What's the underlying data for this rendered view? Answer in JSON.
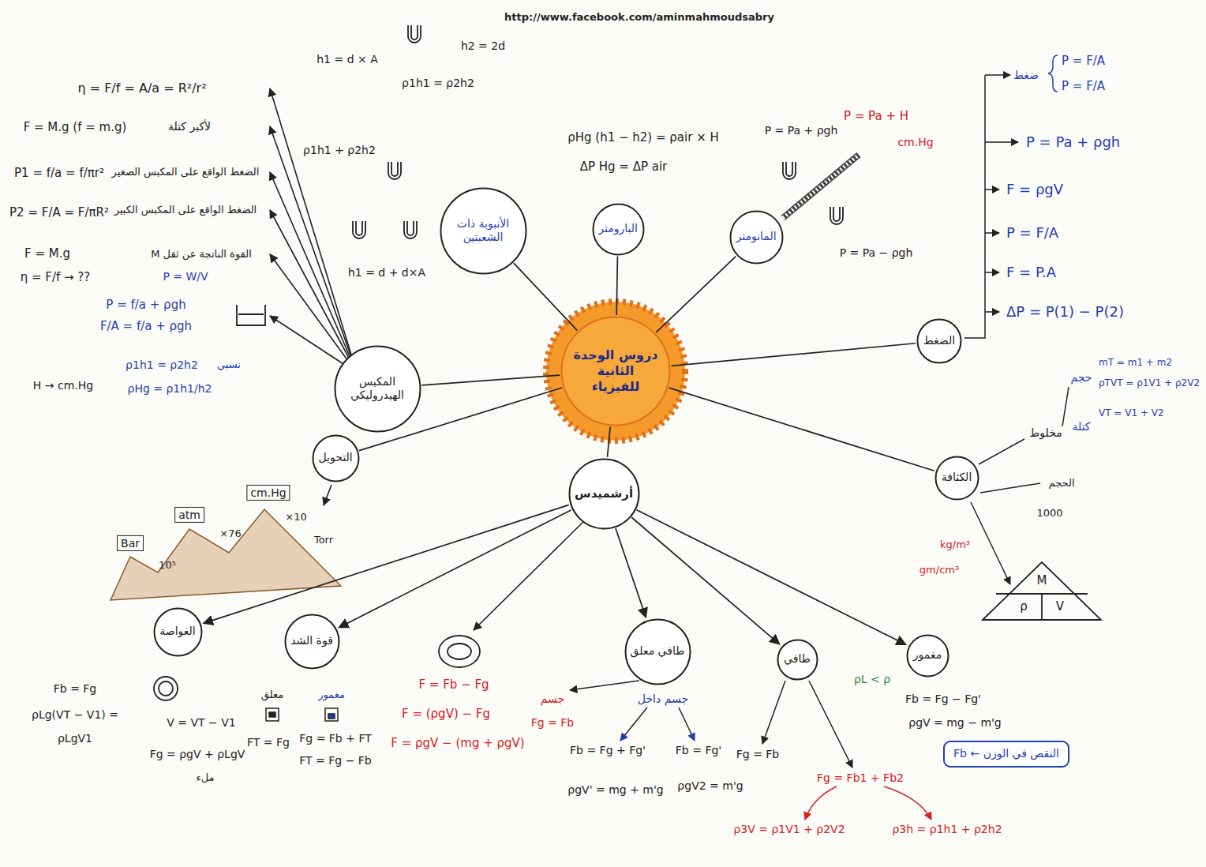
{
  "diagram": {
    "nodes": [
      {
        "text": [
          "دروس الوحدة الثانية للفيزياء"
        ]
      },
      {
        "text": [
          "الضغط"
        ]
      },
      {
        "text": [
          "الكثافة"
        ]
      },
      {
        "text": [
          "المانومتر"
        ]
      },
      {
        "text": [
          "البارومتر"
        ]
      },
      {
        "text": [
          "الأنبوبة ذات الشعبتين"
        ]
      },
      {
        "text": [
          "المكبس الهيدروليكي"
        ]
      },
      {
        "text": [
          "التحويل"
        ]
      },
      {
        "text": [
          "أرشميدس"
        ]
      },
      {
        "text": [
          "الغواصة"
        ]
      },
      {
        "text": [
          "قوة الشد"
        ]
      },
      {
        "text": [
          "طافي معلق"
        ]
      },
      {
        "text": [
          "طافي"
        ]
      },
      {
        "text": [
          "مغمور"
        ]
      },
      {
        "text": [
          "Fb ← النقص في الوزن"
        ]
      }
    ],
    "edges": [
      {
        "from": 0,
        "to": 1,
        "arrow": "none"
      },
      {
        "from": 0,
        "to": 2,
        "arrow": "none"
      },
      {
        "from": 0,
        "to": 3,
        "arrow": "none"
      },
      {
        "from": 0,
        "to": 4,
        "arrow": "none"
      },
      {
        "from": 0,
        "to": 5,
        "arrow": "none"
      },
      {
        "from": 0,
        "to": 6,
        "arrow": "none"
      },
      {
        "from": 0,
        "to": 7,
        "arrow": "none"
      },
      {
        "from": 0,
        "to": 8,
        "arrow": "none"
      },
      {
        "from": 8,
        "to": 9,
        "arrow": "to"
      },
      {
        "from": 8,
        "to": 10,
        "arrow": "to"
      },
      {
        "from": 8,
        "to": 11,
        "arrow": "to"
      },
      {
        "from": 8,
        "to": 12,
        "arrow": "to"
      },
      {
        "from": 8,
        "to": 13,
        "arrow": "to"
      }
    ],
    "labels": [
      "http://www.facebook.com/aminmahmoudsabry",
      "η = F/f = A/a = R²/r²",
      "F = M.g (f = m.g)",
      "لأكبر كتلة",
      "P1 = f/a = f/πr²",
      "الضغط الواقع على المكبس الصغير",
      "P2 = F/A = F/πR²",
      "الضغط الواقع على المكبس الكبير",
      "F = M.g",
      "η = F/f → ??",
      "القوة الناتجة عن ثقل M",
      "P = W/V",
      "P = f/a + ρgh",
      "F/A = f/a + ρgh",
      "ρ1h1 = ρ2h2",
      "نسبي",
      "ρHg = ρ1h1/h2",
      "H → cm.Hg",
      "Bar",
      "atm",
      "cm.Hg",
      "10⁵",
      "×76",
      "×10",
      "Torr",
      "h1 = d × A",
      "ρ1h1 = ρ2h2",
      "h2 = 2d",
      "ρ1h1 + ρ2h2",
      "h1 = d + d×A",
      "ρHg (h1 − h2) = ρair × H",
      "ΔP Hg = ΔP air",
      "P = Pa + ρgh",
      "P = Pa + H",
      "cm.Hg",
      "P = Pa − ρgh",
      "ضغط",
      "P = F/A",
      "P = F/A",
      "P = Pa + ρgh",
      "F = ρgV",
      "P = F/A",
      "F = P.A",
      "ΔP = P(1) − P(2)",
      "مخلوط",
      "حجم",
      "mT = m1 + m2",
      "ρTVT = ρ1V1 + ρ2V2",
      "كتلة",
      "VT = V1 + V2",
      "الحجم",
      "1000",
      "kg/m³",
      "gm/cm³",
      "M",
      "ρ",
      "V",
      "Fb = Fg",
      "ρLg(VT − V1) =",
      "ρLgV1",
      "V = VT − V1",
      "Fg = ρgV + ρLgV",
      "ملء",
      "معلق",
      "مغمور",
      "FT = Fg",
      "Fg = Fb + FT",
      "FT = Fg − Fb",
      "F = Fb − Fg",
      "F = (ρgV) − Fg",
      "F = ρgV − (mg + ρgV)",
      "جسم",
      "Fg = Fb",
      "جسم داخل",
      "Fb = Fg + Fg'",
      "ρgV' = mg + m'g",
      "Fb = Fg'",
      "ρgV2 = m'g",
      "Fg = Fb",
      "Fg = Fb1 + Fb2",
      "ρ3V = ρ1V1 + ρ2V2",
      "ρ3h = ρ1h1 + ρ2h2",
      "ρL < ρ",
      "Fb = Fg − Fg'",
      "ρgV = mg − m'g"
    ]
  }
}
